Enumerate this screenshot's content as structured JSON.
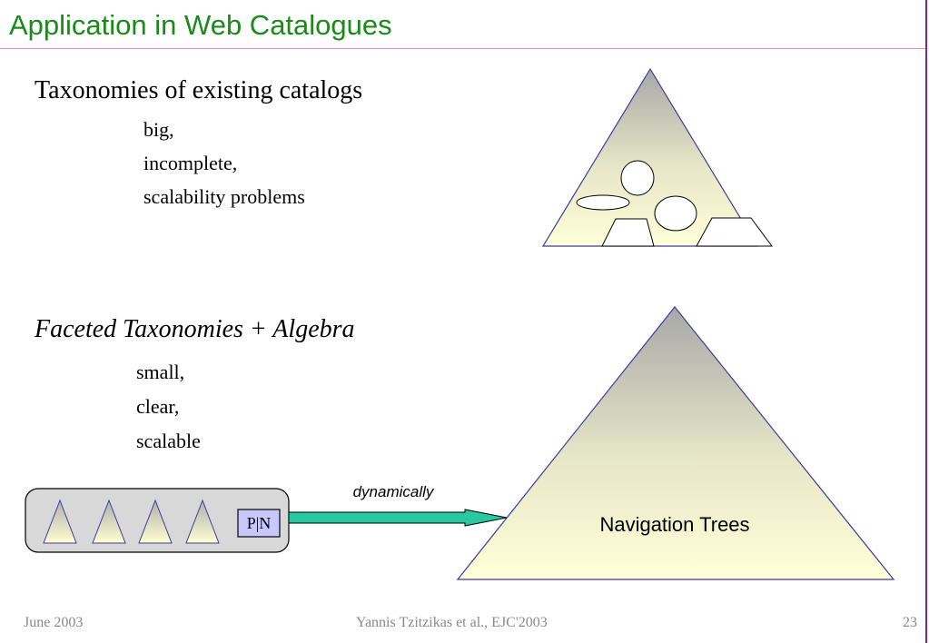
{
  "slide": {
    "title": "Application in Web Catalogues",
    "section1": {
      "heading": "Taxonomies of existing catalogs",
      "items": [
        "big,",
        "incomplete,",
        "scalability problems"
      ]
    },
    "section2": {
      "heading": "Faceted Taxonomies + Algebra",
      "items": [
        "small,",
        "clear,",
        "scalable"
      ]
    }
  },
  "diagram": {
    "arrow_label": "dynamically",
    "pn_label": "P|N",
    "navigation_label": "Navigation Trees",
    "colors": {
      "triangle_top": "#a8a8a8",
      "triangle_bottom": "#ffffd8",
      "triangle_stroke": "#3a3aa0",
      "box_fill": "#d8d8d8",
      "pn_fill": "#c8c8ff",
      "arrow_fill": "#28c8a0"
    }
  },
  "footer": {
    "date": "June 2003",
    "author": "Yannis Tzitzikas et al., EJC'2003",
    "page": "23"
  }
}
